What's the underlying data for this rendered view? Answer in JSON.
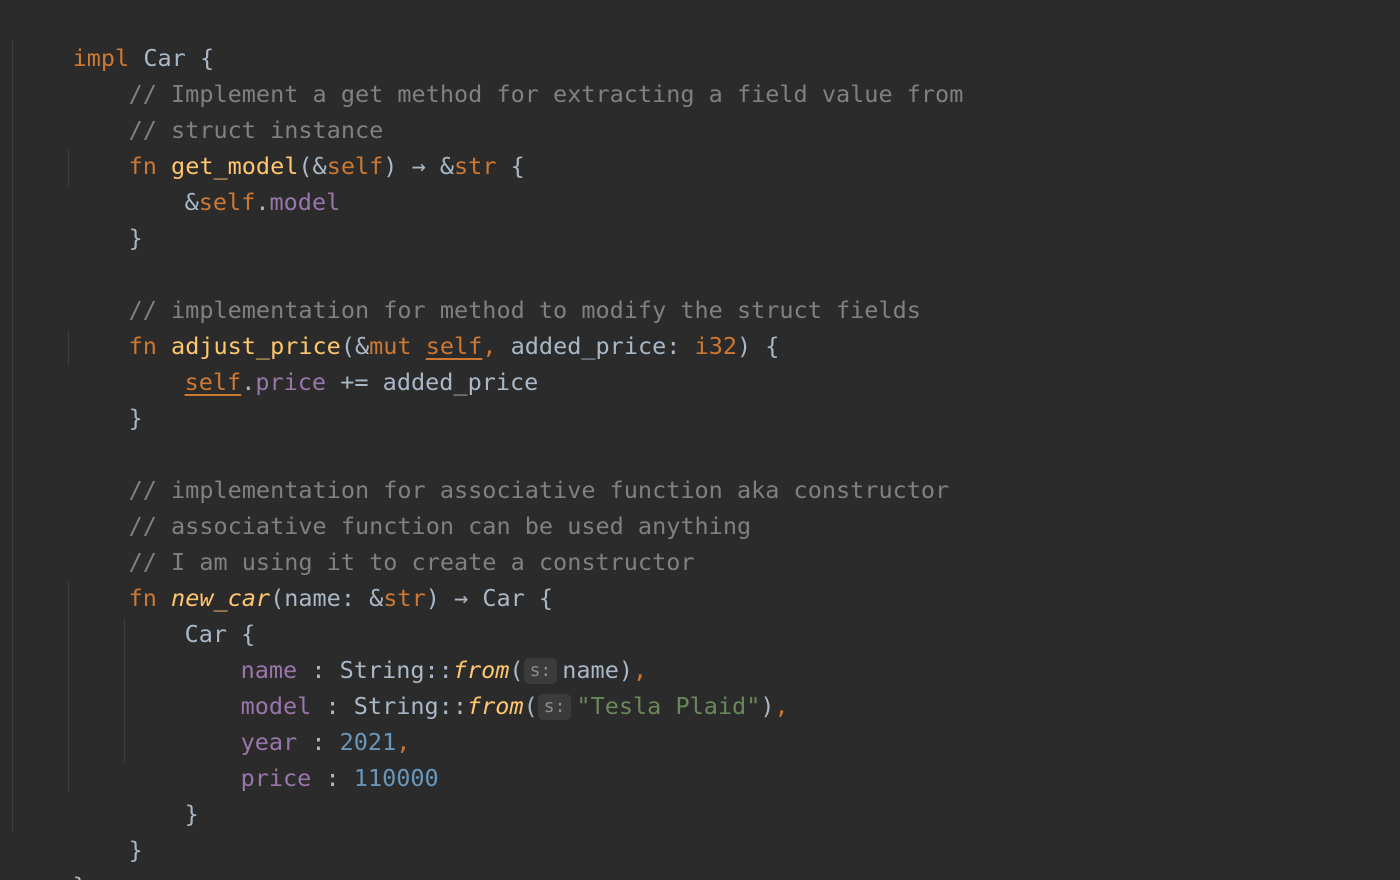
{
  "code": {
    "l1": {
      "impl": "impl",
      "name": "Car",
      "brace": " {"
    },
    "l2": {
      "comment": "// Implement a get method for extracting a field value from"
    },
    "l3": {
      "comment": "// struct instance"
    },
    "l4": {
      "fn": "fn",
      "name": "get_model",
      "p1": "(&",
      "self": "self",
      "p2": ") → &",
      "ty": "str",
      "p3": " {"
    },
    "l5": {
      "amp": "&",
      "self": "self",
      "dot": ".",
      "field": "model"
    },
    "l6": {
      "brace": "}"
    },
    "l8": {
      "comment": "// implementation for method to modify the struct fields"
    },
    "l9": {
      "fn": "fn",
      "name": "adjust_price",
      "p1": "(&",
      "mut": "mut",
      "sp": " ",
      "self": "self",
      "comma": ",",
      "param": " added_price: ",
      "ty": "i32",
      "p2": ") {"
    },
    "l10": {
      "self": "self",
      "dot": ".",
      "field": "price",
      "rest": " += added_price"
    },
    "l11": {
      "brace": "}"
    },
    "l13": {
      "comment": "// implementation for associative function aka constructor"
    },
    "l14": {
      "comment": "// associative function can be used anything"
    },
    "l15": {
      "comment": "// I am using it to create a constructor"
    },
    "l16": {
      "fn": "fn",
      "name": "new_car",
      "p1": "(name: &",
      "ty": "str",
      "p2": ") → Car {"
    },
    "l17": {
      "text": "Car {"
    },
    "l18": {
      "field": "name",
      "sep": " : String::",
      "fn": "from",
      "paren": "(",
      "hint": "s:",
      "arg": "name)",
      "comma": ","
    },
    "l19": {
      "field": "model",
      "sep": " : String::",
      "fn": "from",
      "paren": "(",
      "hint": "s:",
      "arg": "\"Tesla Plaid\"",
      "close": ")",
      "comma": ","
    },
    "l20": {
      "field": "year",
      "sep": " : ",
      "num": "2021",
      "comma": ","
    },
    "l21": {
      "field": "price",
      "sep": " : ",
      "num": "110000"
    },
    "l22": {
      "brace": "}"
    },
    "l23": {
      "brace": "}"
    },
    "l24": {
      "brace": "}"
    }
  },
  "colors": {
    "background": "#2b2b2b",
    "keyword": "#cc7832",
    "function": "#ffc66d",
    "comment": "#808080",
    "field": "#9876aa",
    "number": "#6897bb",
    "string": "#6a8759",
    "text": "#a9b7c6"
  }
}
